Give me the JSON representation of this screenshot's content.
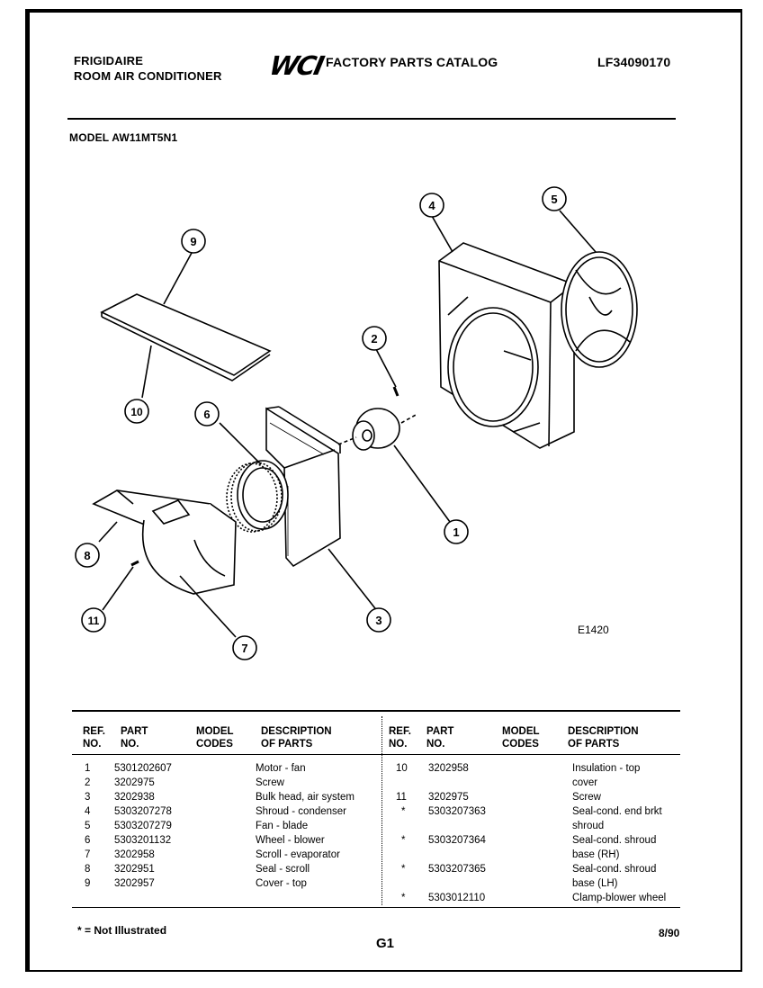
{
  "header": {
    "brand_line1": "FRIGIDAIRE",
    "brand_line2": "ROOM AIR CONDITIONER",
    "logo": "WCI",
    "catalog_title": "FACTORY PARTS CATALOG",
    "catalog_number": "LF34090170",
    "model": "MODEL AW11MT5N1"
  },
  "diagram": {
    "figure_code": "E1420",
    "callouts": [
      "1",
      "2",
      "3",
      "4",
      "5",
      "6",
      "7",
      "8",
      "9",
      "10",
      "11"
    ]
  },
  "table": {
    "headers": {
      "ref_no": [
        "REF.",
        "NO."
      ],
      "part_no": [
        "PART",
        "NO."
      ],
      "model_codes": [
        "MODEL",
        "CODES"
      ],
      "description": [
        "DESCRIPTION",
        "OF PARTS"
      ]
    },
    "left_rows": [
      {
        "ref": "1",
        "part": "5301202607",
        "desc": "Motor - fan"
      },
      {
        "ref": "2",
        "part": "3202975",
        "desc": "Screw"
      },
      {
        "ref": "3",
        "part": "3202938",
        "desc": "Bulk head, air system"
      },
      {
        "ref": "4",
        "part": "5303207278",
        "desc": "Shroud - condenser"
      },
      {
        "ref": "5",
        "part": "5303207279",
        "desc": "Fan - blade"
      },
      {
        "ref": "6",
        "part": "5303201132",
        "desc": "Wheel - blower"
      },
      {
        "ref": "7",
        "part": "3202958",
        "desc": "Scroll - evaporator"
      },
      {
        "ref": "8",
        "part": "3202951",
        "desc": "Seal - scroll"
      },
      {
        "ref": "9",
        "part": "3202957",
        "desc": "Cover - top"
      }
    ],
    "right_rows": [
      {
        "ref": "10",
        "part": "3202958",
        "desc1": "Insulation - top",
        "desc2": "cover"
      },
      {
        "ref": "11",
        "part": "3202975",
        "desc1": "Screw",
        "desc2": ""
      },
      {
        "ref": "*",
        "part": "5303207363",
        "desc1": "Seal-cond. end brkt",
        "desc2": "shroud"
      },
      {
        "ref": "*",
        "part": "5303207364",
        "desc1": "Seal-cond. shroud",
        "desc2": "base (RH)"
      },
      {
        "ref": "*",
        "part": "5303207365",
        "desc1": "Seal-cond. shroud",
        "desc2": "base (LH)"
      },
      {
        "ref": "*",
        "part": "5303012110",
        "desc1": "Clamp-blower wheel",
        "desc2": ""
      }
    ]
  },
  "footer": {
    "note": "* = Not Illustrated",
    "page": "G1",
    "date": "8/90"
  }
}
